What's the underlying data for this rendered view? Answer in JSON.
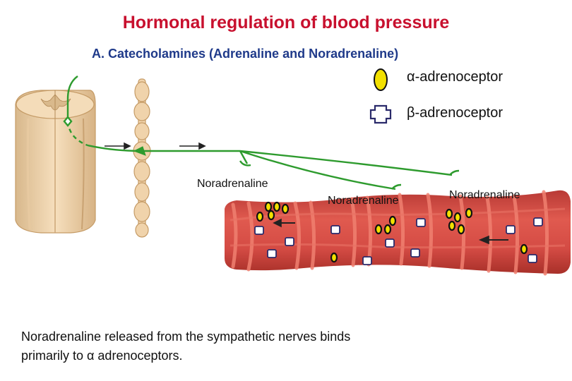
{
  "title": "Hormonal regulation of blood pressure",
  "subtitle": "A. Catecholamines (Adrenaline and Noradrenaline)",
  "legend": {
    "alpha_label": "α-adrenoceptor",
    "beta_label": "β-adrenoceptor"
  },
  "labels": {
    "noradrenaline_left": "Noradrenaline",
    "noradrenaline_middle": "Noradrenaline",
    "noradrenaline_right": "Noradrenaline"
  },
  "caption": {
    "line1": "Noradrenaline released from the sympathetic nerves binds",
    "line2": "primarily to α adrenoceptors."
  },
  "colors": {
    "title": "#c8102e",
    "subtitle": "#1f3a8a",
    "nerve": "#2e9b2e",
    "vessel": "#d9534f",
    "alpha_receptor": "#f2e000",
    "beta_receptor": "#ffffff",
    "receptor_outline": "#2a2a6a"
  }
}
